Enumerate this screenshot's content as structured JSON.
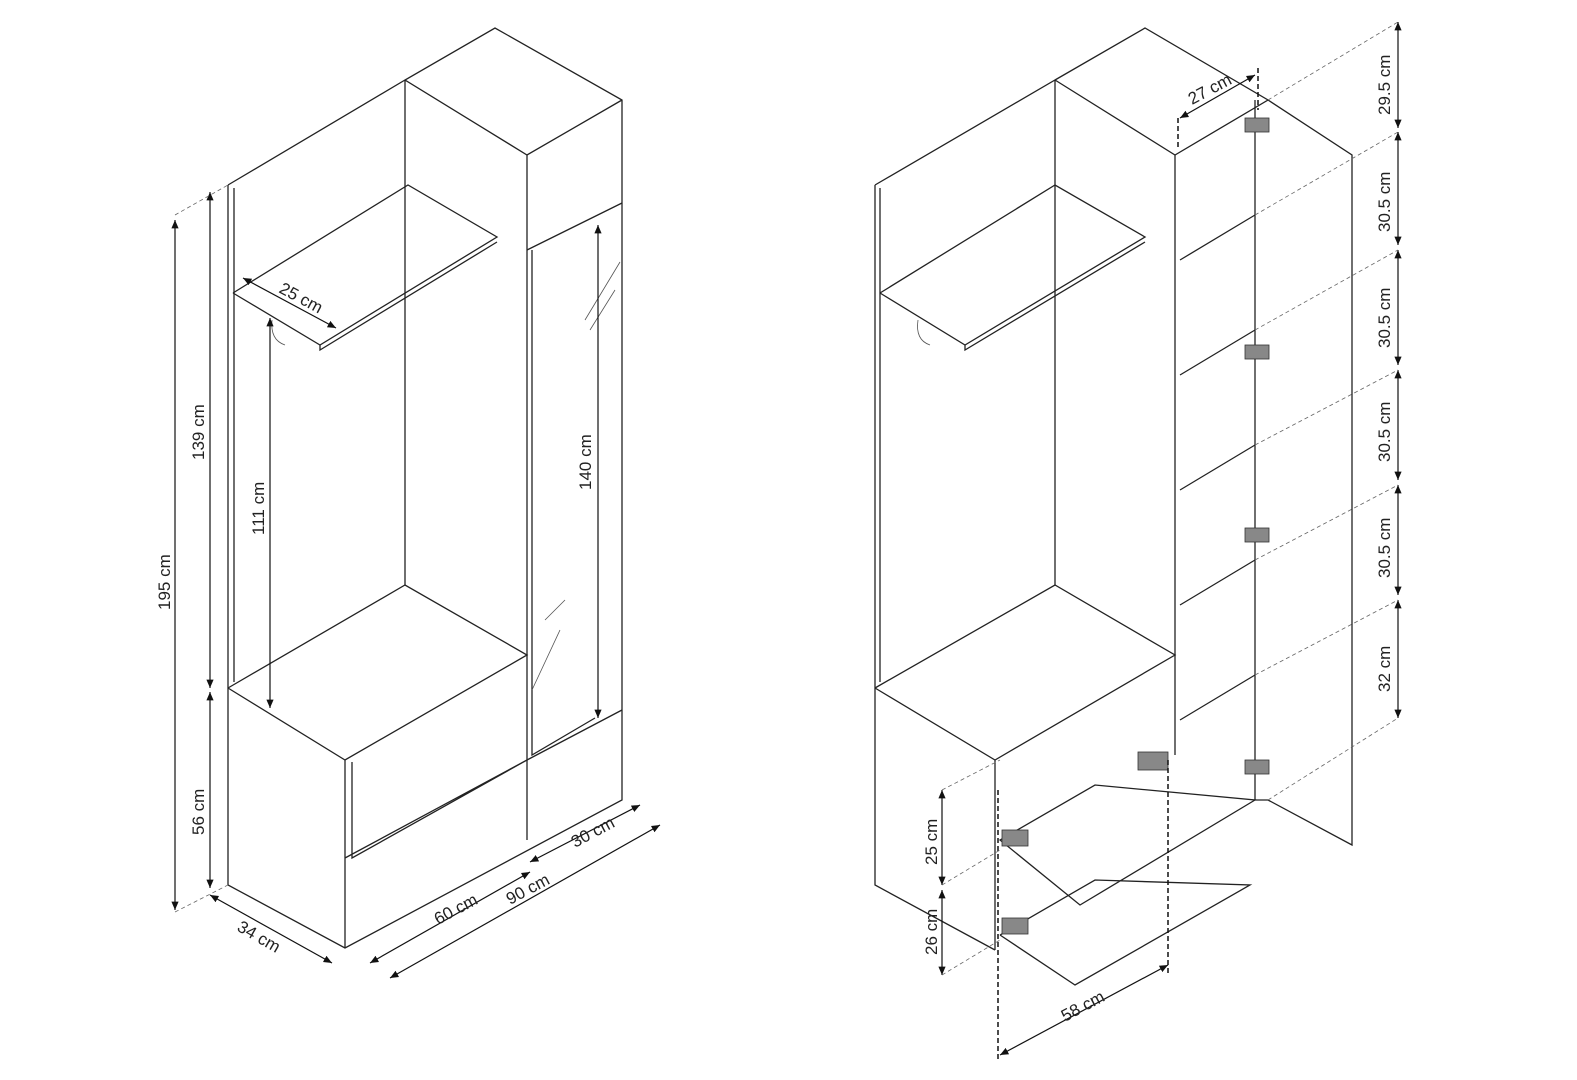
{
  "left_view": {
    "shelf_depth": "25 cm",
    "upper_height": "139 cm",
    "hanger_height": "111 cm",
    "total_height": "195 cm",
    "mirror_height": "140 cm",
    "lower_height": "56 cm",
    "column_width": "30 cm",
    "total_width": "90 cm",
    "bench_width": "60 cm",
    "depth": "34 cm"
  },
  "right_view": {
    "column_depth": "27 cm",
    "shelf_gaps": [
      "29.5 cm",
      "30.5 cm",
      "30.5 cm",
      "30.5 cm",
      "30.5 cm",
      "32 cm"
    ],
    "lower_gap_top": "25 cm",
    "lower_gap_bottom": "26 cm",
    "lower_width": "58 cm"
  }
}
